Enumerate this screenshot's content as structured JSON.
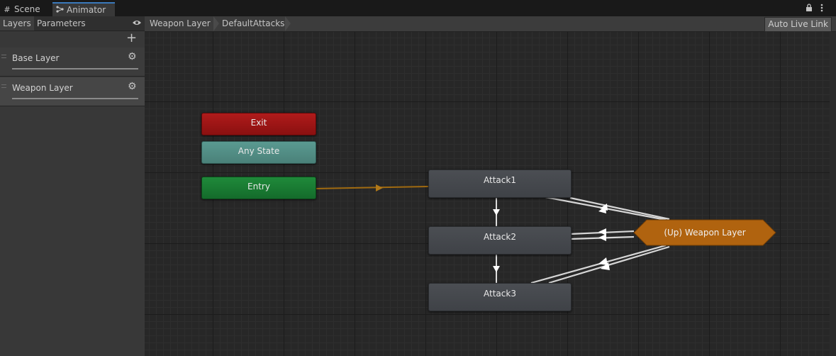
{
  "tabs": [
    {
      "label": "Scene",
      "icon": "grid-icon"
    },
    {
      "label": "Animator",
      "icon": "animator-icon"
    }
  ],
  "window_icons": [
    "lock-icon",
    "more-menu-icon"
  ],
  "left_panel": {
    "tabs": [
      "Layers",
      "Parameters"
    ],
    "active_tab": "Layers",
    "layers": [
      {
        "name": "Base Layer"
      },
      {
        "name": "Weapon Layer",
        "selected": true
      }
    ]
  },
  "breadcrumb": [
    "Weapon Layer",
    "DefaultAttacks"
  ],
  "auto_live_link": "Auto Live Link",
  "graph": {
    "nodes": {
      "exit": "Exit",
      "any_state": "Any State",
      "entry": "Entry",
      "attack1": "Attack1",
      "attack2": "Attack2",
      "attack3": "Attack3",
      "up_layer": "(Up) Weapon Layer"
    }
  },
  "colors": {
    "exit": "#a11515",
    "any_state": "#528d85",
    "entry": "#18793a",
    "state": "#45484d",
    "up_layer": "#b0630f",
    "accent": "#3a79bb"
  }
}
